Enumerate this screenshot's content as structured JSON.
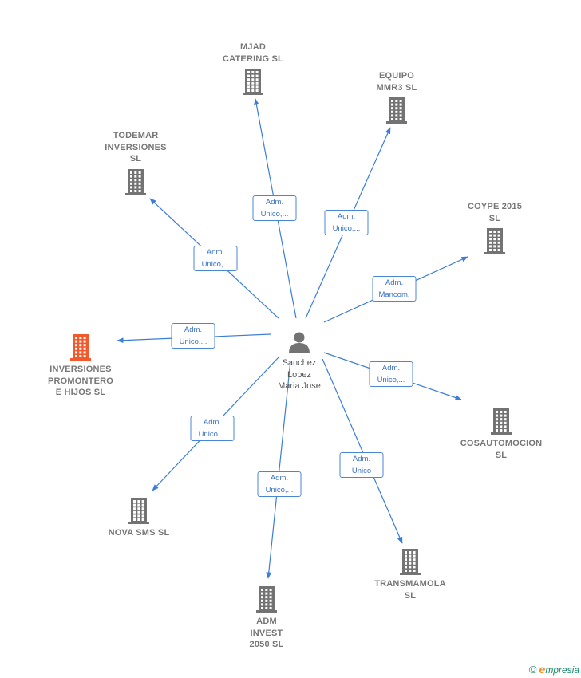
{
  "center": {
    "name": "Sanchez\nLopez\nMaria Jose",
    "icon": "person-icon"
  },
  "colors": {
    "edge": "#3b7dd8",
    "building": "#737373",
    "building_highlight": "#f2592b"
  },
  "nodes": [
    {
      "id": "majd",
      "label": "MJAD\nCATERING  SL",
      "role": "Adm.\nUnico,...",
      "highlight": false
    },
    {
      "id": "equipo",
      "label": "EQUIPO\nMMR3  SL",
      "role": "Adm.\nUnico,...",
      "highlight": false
    },
    {
      "id": "todemar",
      "label": "TODEMAR\nINVERSIONES\nSL",
      "role": "Adm.\nUnico,...",
      "highlight": false
    },
    {
      "id": "coype",
      "label": "COYPE 2015\nSL",
      "role": "Adm.\nMancom.",
      "highlight": false
    },
    {
      "id": "promontero",
      "label": "INVERSIONES\nPROMONTERO\nE HIJOS  SL",
      "role": "Adm.\nUnico,...",
      "highlight": true
    },
    {
      "id": "cosauto",
      "label": "COSAUTOMOCION\nSL",
      "role": "Adm.\nUnico,...",
      "highlight": false
    },
    {
      "id": "novasms",
      "label": "NOVA SMS  SL",
      "role": "Adm.\nUnico,...",
      "highlight": false
    },
    {
      "id": "adminvest",
      "label": "ADM\nINVEST\n2050  SL",
      "role": "Adm.\nUnico,...",
      "highlight": false
    },
    {
      "id": "transmamola",
      "label": "TRANSMAMOLA\nSL",
      "role": "Adm.\nUnico",
      "highlight": false
    }
  ],
  "brand": {
    "copyright": "©",
    "initial": "e",
    "rest": "mpresia"
  }
}
